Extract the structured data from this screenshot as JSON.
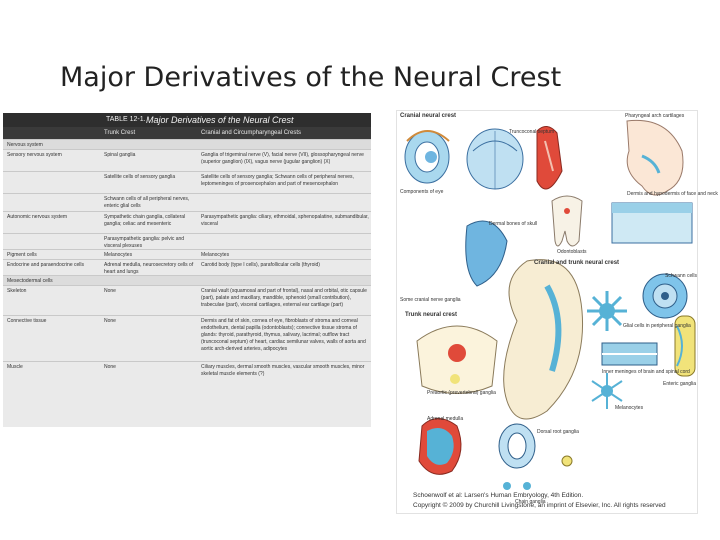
{
  "slide": {
    "title": "Major Derivatives of the Neural Crest"
  },
  "table": {
    "number": "TABLE 12-1.",
    "name": "Major Derivatives of the Neural Crest",
    "columns": [
      "Trunk Crest",
      "Cranial and Circumpharyngeal Crests"
    ],
    "rows": [
      {
        "c1": "Nervous system",
        "c2": "",
        "c3": "",
        "section": true
      },
      {
        "c1": "Sensory nervous system",
        "c2": "Spinal ganglia",
        "c3": "Ganglia of trigeminal nerve (V), facial nerve (VII), glossopharyngeal nerve (superior ganglion) (IX), vagus nerve (jugular ganglion) (X)"
      },
      {
        "c1": "",
        "c2": "Satellite cells of sensory ganglia",
        "c3": "Satellite cells of sensory ganglia; Schwann cells of peripheral nerves, leptomeninges of prosencephalon and part of mesencephalon"
      },
      {
        "c1": "",
        "c2": "Schwann cells of all peripheral nerves, enteric glial cells",
        "c3": ""
      },
      {
        "c1": "Autonomic nervous system",
        "c2": "Sympathetic chain ganglia, collateral ganglia; celiac and mesenteric",
        "c3": "Parasympathetic ganglia: ciliary, ethmoidal, sphenopalatine, submandibular, visceral"
      },
      {
        "c1": "",
        "c2": "Parasympathetic ganglia: pelvic and visceral plexuses",
        "c3": ""
      },
      {
        "c1": "Pigment cells",
        "c2": "Melanocytes",
        "c3": "Melanocytes"
      },
      {
        "c1": "Endocrine and paraendocrine cells",
        "c2": "Adrenal medulla, neurosecretory cells of heart and lungs",
        "c3": "Carotid body (type I cells), parafollicular cells (thyroid)"
      },
      {
        "c1": "Mesectodermal cells",
        "c2": "",
        "c3": "",
        "section": true
      },
      {
        "c1": "Skeleton",
        "c2": "None",
        "c3": "Cranial vault (squamosal and part of frontal), nasal and orbital, otic capsule (part), palate and maxillary, mandible, sphenoid (small contribution), trabeculae (part), visceral cartilages, external ear cartilage (part)"
      },
      {
        "c1": "Connective tissue",
        "c2": "None",
        "c3": "Dermis and fat of skin, cornea of eye, fibroblasts of stroma and corneal endothelium, dental papilla (odontoblasts); connective tissue stroma of glands: thyroid, parathyroid, thymus, salivary, lacrimal; outflow tract (truncoconal septum) of heart, cardiac semilunar valves, walls of aorta and aortic arch-derived arteries, adipocytes"
      },
      {
        "c1": "Muscle",
        "c2": "None",
        "c3": "Ciliary muscles, dermal smooth muscles, vascular smooth muscles, minor skeletal muscle elements (?)"
      }
    ]
  },
  "figure": {
    "heads": {
      "cranial": "Cranial neural crest",
      "cranial_trunk": "Cranial and trunk neural crest",
      "trunk": "Trunk neural crest"
    },
    "labels": {
      "truncoconal": "Truncoconal septum",
      "pharyngeal": "Pharyngeal arch cartilages",
      "eye": "Components of eye",
      "dermal_bones": "Dermal bones of skull",
      "dermis": "Dermis and hypodermis of face and neck",
      "odontoblasts": "Odontoblasts",
      "cranial_nerve": "Some cranial nerve ganglia",
      "schwann": "Schwann cells",
      "glial": "Glial cells in peripheral ganglia",
      "preaortic": "Preaortic (prevertebral) ganglia",
      "meninges": "Inner meninges of brain and spinal cord",
      "enteric": "Enteric ganglia",
      "adrenal": "Adrenal medulla",
      "melanocytes": "Melanocytes",
      "dorsal_root": "Dorsal root ganglia",
      "chain": "Chain ganglia"
    }
  },
  "caption": {
    "line1": "Schoenwolf et al: Larsen's Human Embryology, 4th Edition.",
    "line2": "Copyright © 2009 by Churchill Livingstone, an imprint of Elsevier, Inc. All rights reserved"
  }
}
